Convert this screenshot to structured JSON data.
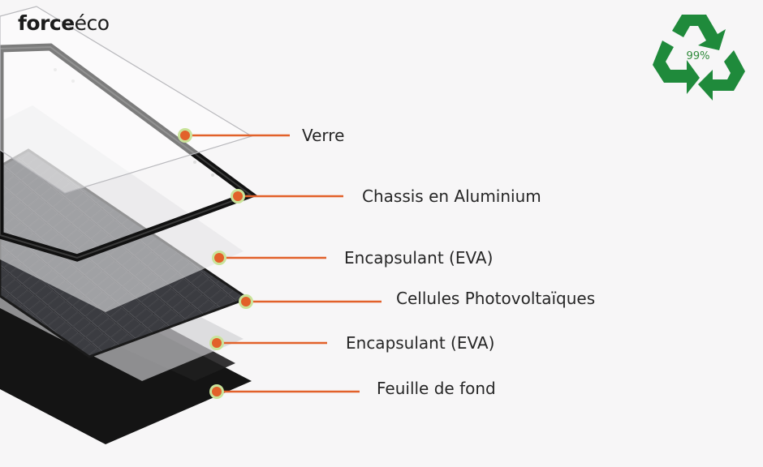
{
  "brand": {
    "name_main": "force",
    "name_accent": "éco"
  },
  "recycle_badge": {
    "icon": "recycle-icon",
    "percent": "99%",
    "color": "#1f8a3b"
  },
  "layers": [
    {
      "label": "Verre"
    },
    {
      "label": "Chassis en Aluminium"
    },
    {
      "label": "Encapsulant (EVA)"
    },
    {
      "label": "Cellules Photovoltaïques"
    },
    {
      "label": "Encapsulant (EVA)"
    },
    {
      "label": "Feuille de fond"
    }
  ],
  "colors": {
    "marker": "#e2612a",
    "marker_ring": "#c9e39a",
    "leader_line": "#e2612a"
  }
}
